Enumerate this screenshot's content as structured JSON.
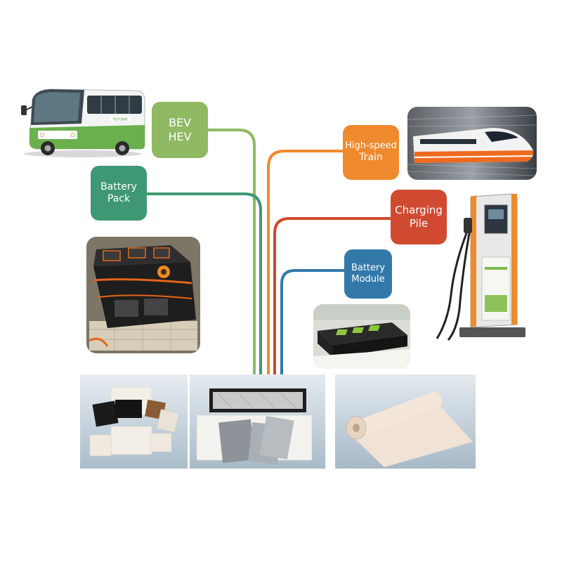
{
  "labels": {
    "bev_hev": {
      "line1": "BEV",
      "line2": "HEV",
      "color": "#8fb963"
    },
    "battery_pack": {
      "line1": "Battery",
      "line2": "Pack",
      "color": "#3e9873"
    },
    "high_speed_train": {
      "line1": "High-speed",
      "line2": "Train",
      "color": "#ef8a2e"
    },
    "charging_pile": {
      "line1": "Charging",
      "line2": "Pile",
      "color": "#cf4a31"
    },
    "battery_module": {
      "line1": "Battery",
      "line2": "Module",
      "color": "#3279a9"
    }
  },
  "bus": {
    "plate_text": "YUTONG"
  }
}
